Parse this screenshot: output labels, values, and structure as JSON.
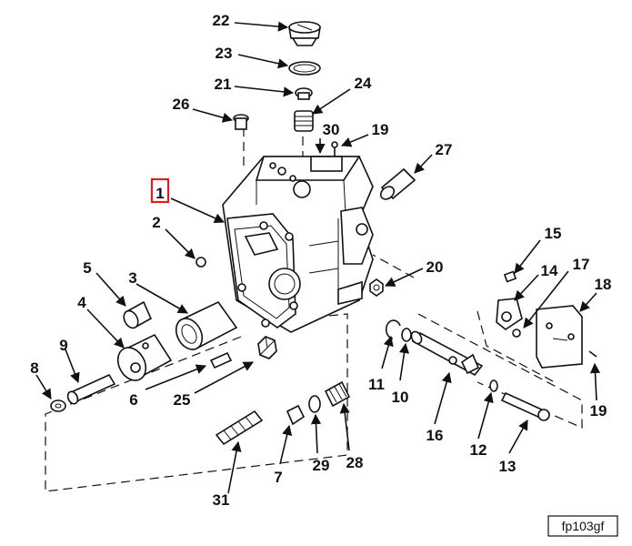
{
  "colors": {
    "ink": "#111111",
    "highlight": "#e8191e",
    "background": "#ffffff"
  },
  "highlighted_callout": "1",
  "figure_code": "fp103gf",
  "callouts": [
    {
      "id": "c1",
      "text": "1"
    },
    {
      "id": "c2",
      "text": "2"
    },
    {
      "id": "c3",
      "text": "3"
    },
    {
      "id": "c4",
      "text": "4"
    },
    {
      "id": "c5",
      "text": "5"
    },
    {
      "id": "c6",
      "text": "6"
    },
    {
      "id": "c7",
      "text": "7"
    },
    {
      "id": "c8",
      "text": "8"
    },
    {
      "id": "c9",
      "text": "9"
    },
    {
      "id": "c10",
      "text": "10"
    },
    {
      "id": "c11",
      "text": "11"
    },
    {
      "id": "c12",
      "text": "12"
    },
    {
      "id": "c13",
      "text": "13"
    },
    {
      "id": "c14",
      "text": "14"
    },
    {
      "id": "c15",
      "text": "15"
    },
    {
      "id": "c16",
      "text": "16"
    },
    {
      "id": "c17",
      "text": "17"
    },
    {
      "id": "c18",
      "text": "18"
    },
    {
      "id": "c19a",
      "text": "19"
    },
    {
      "id": "c19b",
      "text": "19"
    },
    {
      "id": "c20",
      "text": "20"
    },
    {
      "id": "c21",
      "text": "21"
    },
    {
      "id": "c22",
      "text": "22"
    },
    {
      "id": "c23",
      "text": "23"
    },
    {
      "id": "c24",
      "text": "24"
    },
    {
      "id": "c25",
      "text": "25"
    },
    {
      "id": "c26",
      "text": "26"
    },
    {
      "id": "c27",
      "text": "27"
    },
    {
      "id": "c28",
      "text": "28"
    },
    {
      "id": "c29",
      "text": "29"
    },
    {
      "id": "c30",
      "text": "30"
    },
    {
      "id": "c31",
      "text": "31"
    }
  ]
}
